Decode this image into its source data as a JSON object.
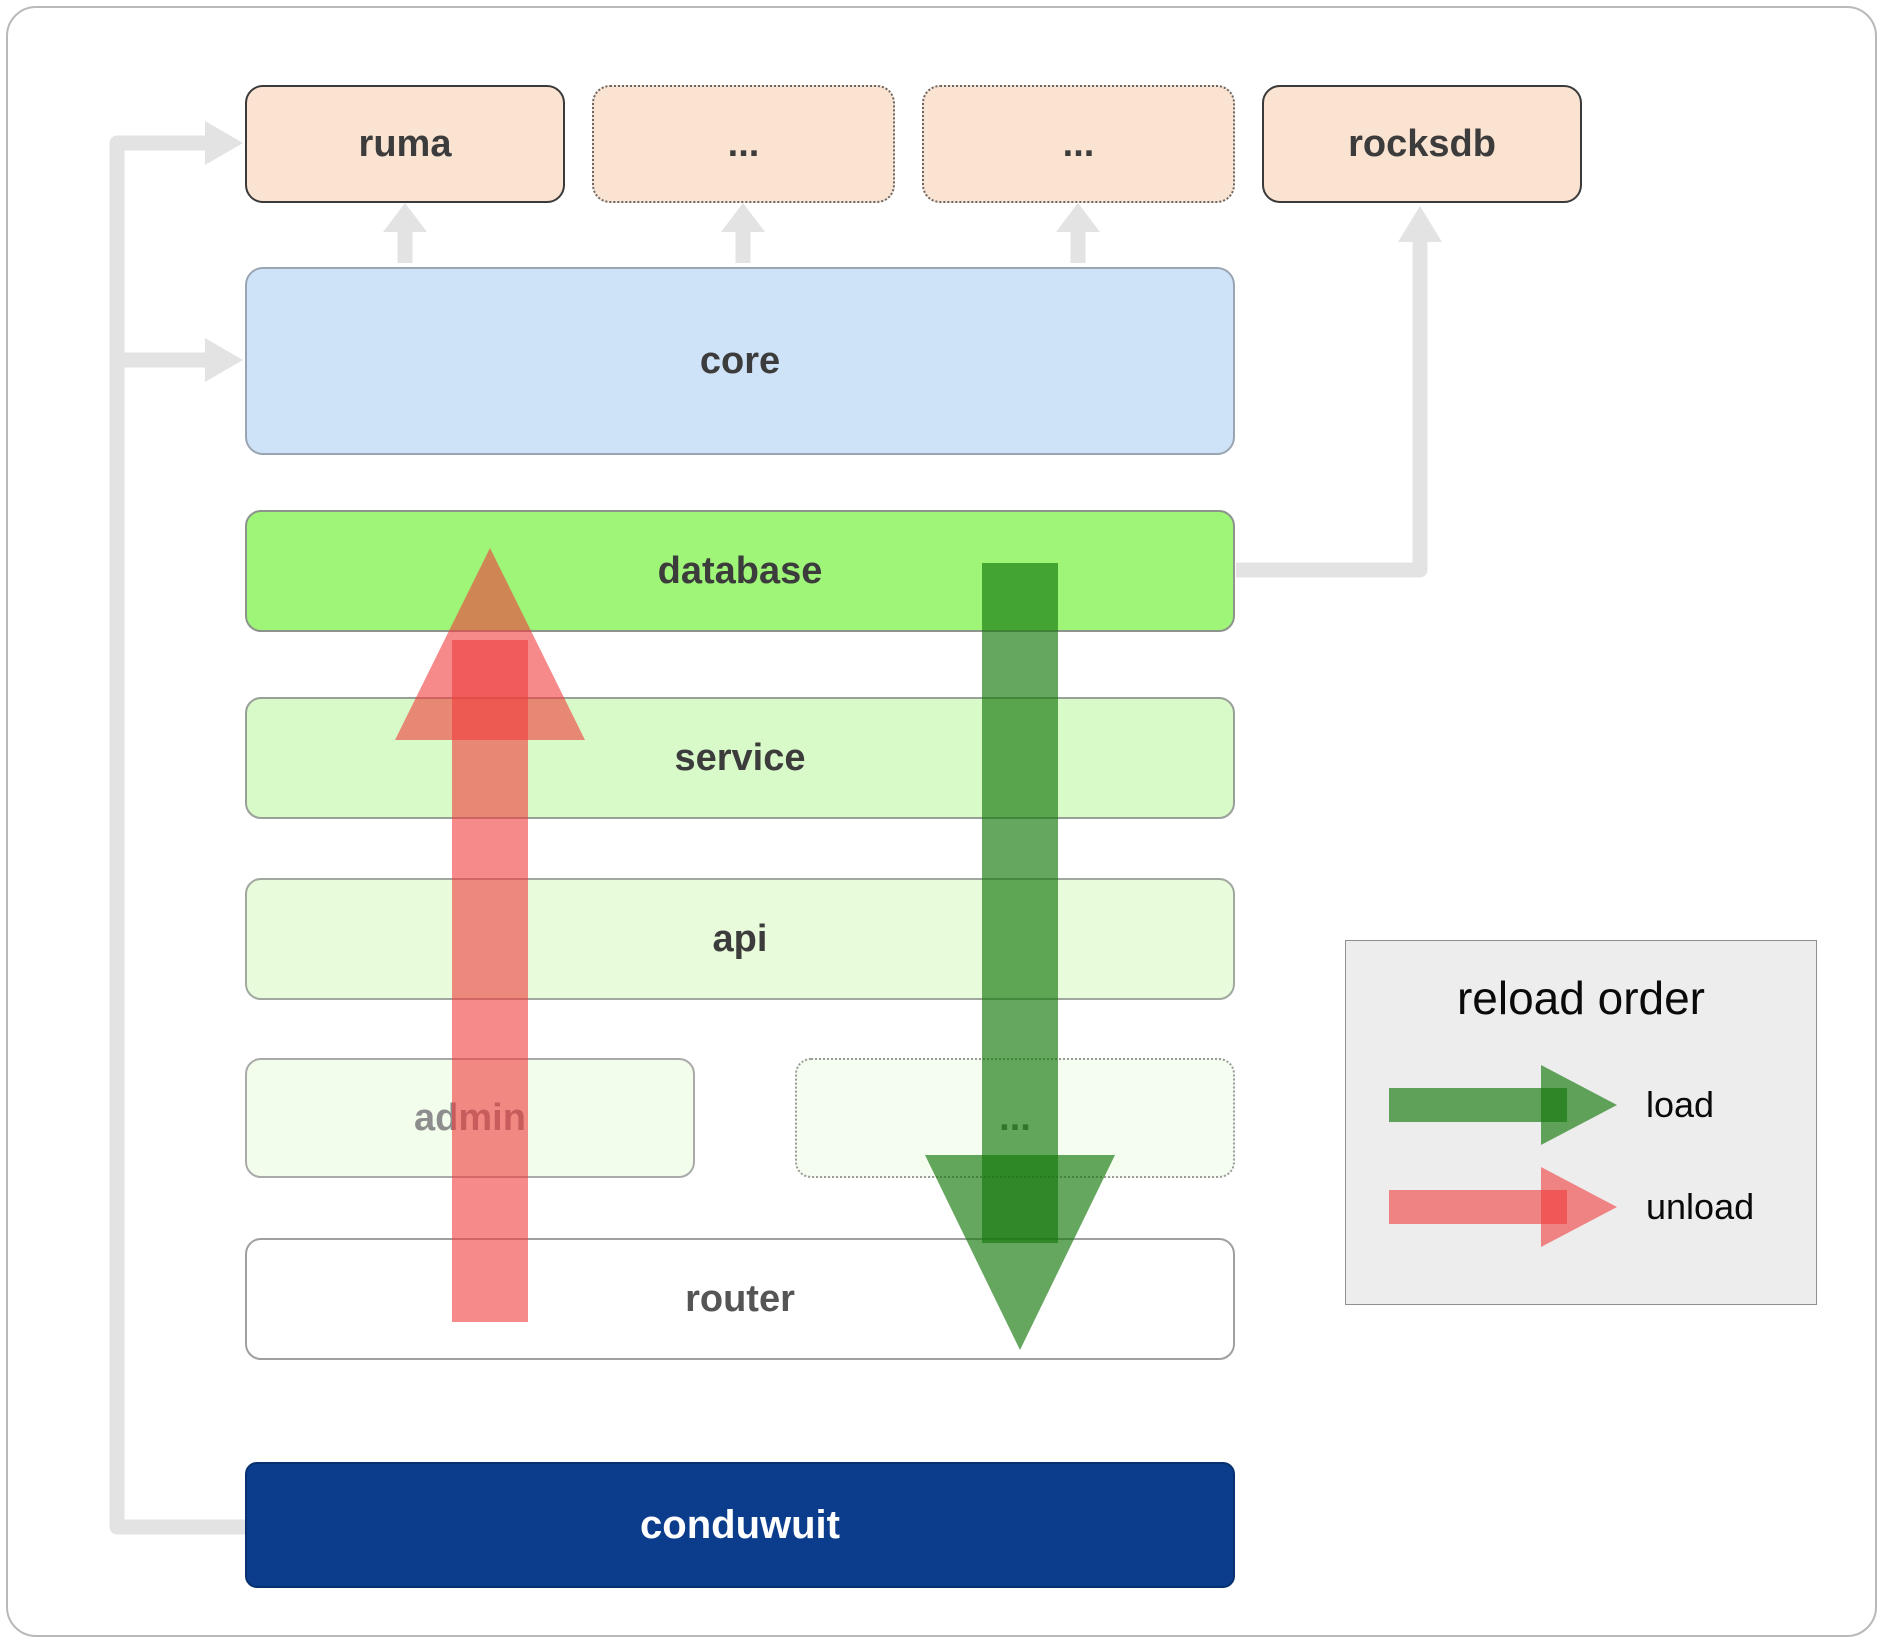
{
  "boxes": {
    "ruma": "ruma",
    "ellipsis_top_1": "...",
    "ellipsis_top_2": "...",
    "rocksdb": "rocksdb",
    "core": "core",
    "database": "database",
    "service": "service",
    "api": "api",
    "admin": "admin",
    "ellipsis_mid": "...",
    "router": "router",
    "conduwuit": "conduwuit"
  },
  "legend": {
    "title": "reload order",
    "items": [
      {
        "label": "load",
        "color": "#147a0a"
      },
      {
        "label": "unload",
        "color": "#f03c3c"
      }
    ]
  },
  "colors": {
    "external_box": "#fbe3d2",
    "core_box": "#cfe3f8",
    "database_box": "#9ef578",
    "service_box": "#d8fac9",
    "api_box": "#e8fcdc",
    "admin_box": "#f2fdec",
    "router_box": "#ffffff",
    "conduwuit_box": "#0c3d8d",
    "connector": "#e3e3e3",
    "load_arrow": "rgba(20,120,10,0.65)",
    "unload_arrow": "rgba(240,60,60,0.6)"
  }
}
